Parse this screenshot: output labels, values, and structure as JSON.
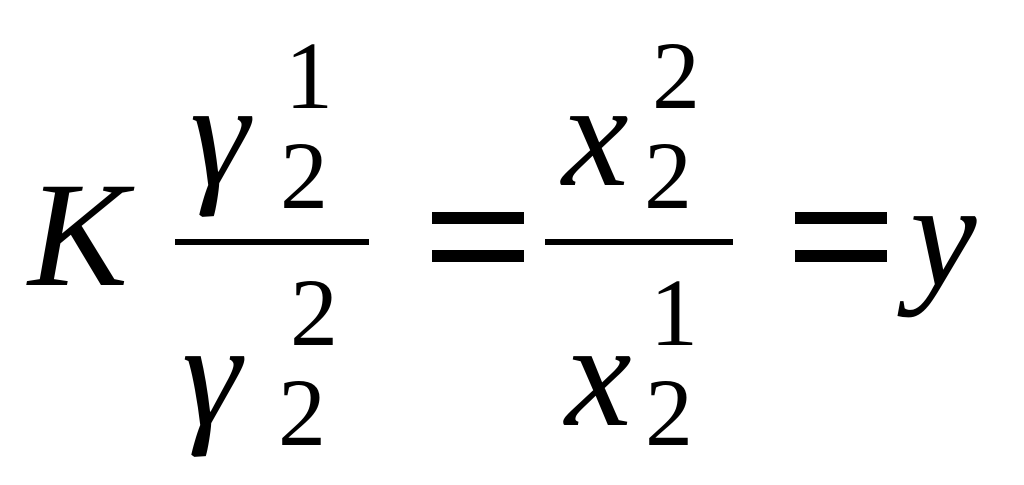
{
  "formula": {
    "coefficient": "K",
    "left_fraction": {
      "numerator": {
        "symbol": "γ",
        "subscript": "2",
        "superscript": "1"
      },
      "denominator": {
        "symbol": "γ",
        "subscript": "2",
        "superscript": "2"
      }
    },
    "right_fraction": {
      "numerator": {
        "symbol": "x",
        "subscript": "2",
        "superscript": "2"
      },
      "denominator": {
        "symbol": "x",
        "subscript": "2",
        "superscript": "1"
      }
    },
    "result": "y"
  }
}
